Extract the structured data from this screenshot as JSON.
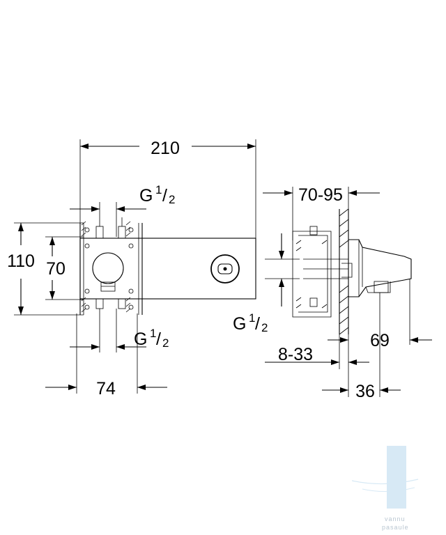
{
  "dimensions": {
    "width_total": "210",
    "height_outer": "110",
    "height_inner": "70",
    "thread_top": {
      "base": "G",
      "num": "1",
      "den": "2"
    },
    "thread_bottom": {
      "base": "G",
      "num": "1",
      "den": "2"
    },
    "thread_side": {
      "base": "G",
      "num": "1",
      "den": "2"
    },
    "offset_bottom": "74",
    "depth_range": "70-95",
    "wall_range": "8-33",
    "outlet_depth": "69",
    "outlet_width": "36"
  },
  "watermark": {
    "line1": "vannu",
    "line2": "pasaule",
    "color": "#d7e9f5"
  }
}
